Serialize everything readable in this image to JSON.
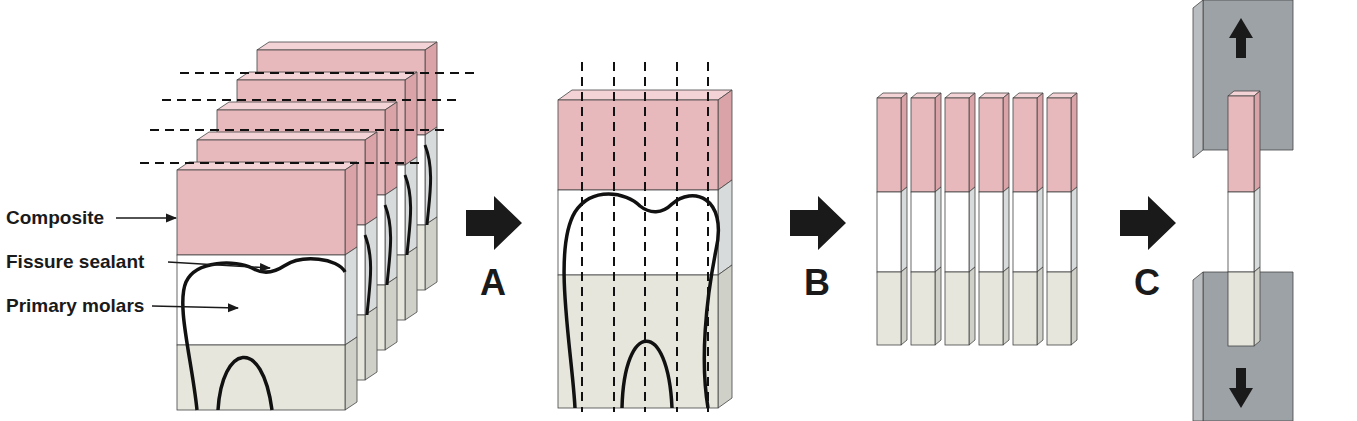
{
  "diagram": {
    "labels": [
      "Composite",
      "Fissure sealant",
      "Primary molars",
      "A",
      "B",
      "C"
    ]
  }
}
